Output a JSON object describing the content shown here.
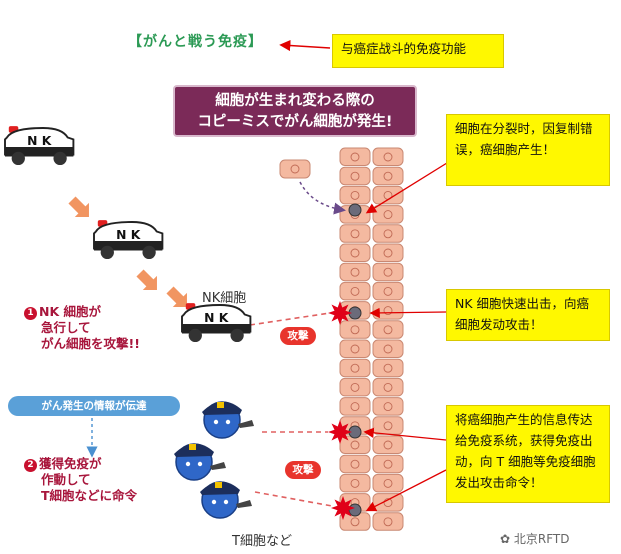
{
  "title_jp": "【がんと戦う免疫】",
  "callout_top": "与癌症战斗的免疫功能",
  "banner": {
    "line1": "細胞が生まれ変わる際の",
    "line2": "コピーミスでがん細胞が発生!"
  },
  "callout_1": "细胞在分裂时，因复制错误，癌细胞产生！",
  "callout_2": "NK 细胞快速出击，向癌细胞发动攻击！",
  "callout_3": "将癌细胞产生的信息传达给免疫系统，获得免疫出动，向 T 细胞等免疫细胞发出攻击命令！",
  "nk_label": "NK細胞",
  "car_text": "N K",
  "step1": {
    "num": "1",
    "lines": [
      "NK 細胞が",
      "急行して",
      "がん細胞を攻撃!!"
    ]
  },
  "info_bar": "がん発生の情報が伝達",
  "step2": {
    "num": "2",
    "lines": [
      "獲得免疫が",
      "作動して",
      "T細胞などに命令"
    ]
  },
  "attack_label_1": "攻撃",
  "attack_label_2": "攻撃",
  "t_cell_label": "T細胞など",
  "watermark": "北京RFTD",
  "colors": {
    "callout_bg": "#fff800",
    "banner_bg": "#7b2a58",
    "jp_text": "#a8163c",
    "title_green": "#2c9a55",
    "cell": "#f4b9a0",
    "attack_red": "#e8342c",
    "info_blue": "#5aa0d8"
  }
}
